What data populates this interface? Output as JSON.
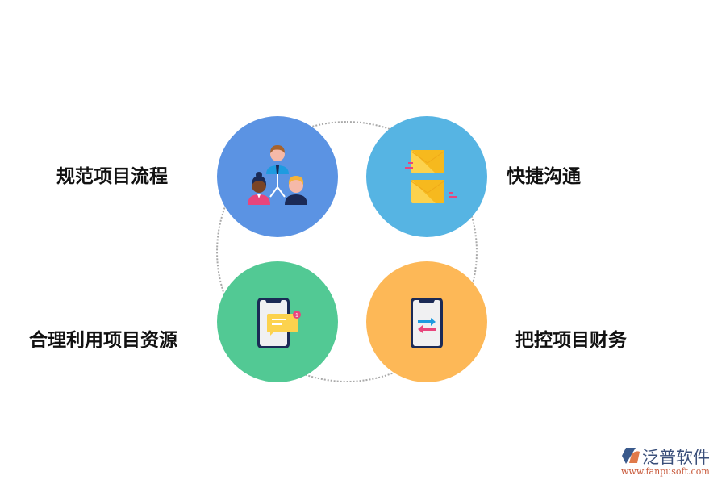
{
  "diagram": {
    "type": "four-circle feature cluster",
    "ring": {
      "style": "dotted",
      "color": "#a9a9a9"
    },
    "nodes": [
      {
        "id": "top-left",
        "label": "规范项目流程",
        "icon": "org-chart-people-icon",
        "color": "#5b93e3"
      },
      {
        "id": "top-right",
        "label": "快捷沟通",
        "icon": "envelopes-icon",
        "color": "#56b4e3"
      },
      {
        "id": "bottom-left",
        "label": "合理利用项目资源",
        "icon": "phone-notification-icon",
        "color": "#52c994"
      },
      {
        "id": "bottom-right",
        "label": "把控项目财务",
        "icon": "phone-transfer-icon",
        "color": "#fdb857"
      }
    ],
    "notification_badge": "1"
  },
  "brand": {
    "name": "泛普软件",
    "url": "www.fanpusoft.com",
    "colors": {
      "blue": "#3a5a8c",
      "orange": "#e07a4a"
    }
  }
}
